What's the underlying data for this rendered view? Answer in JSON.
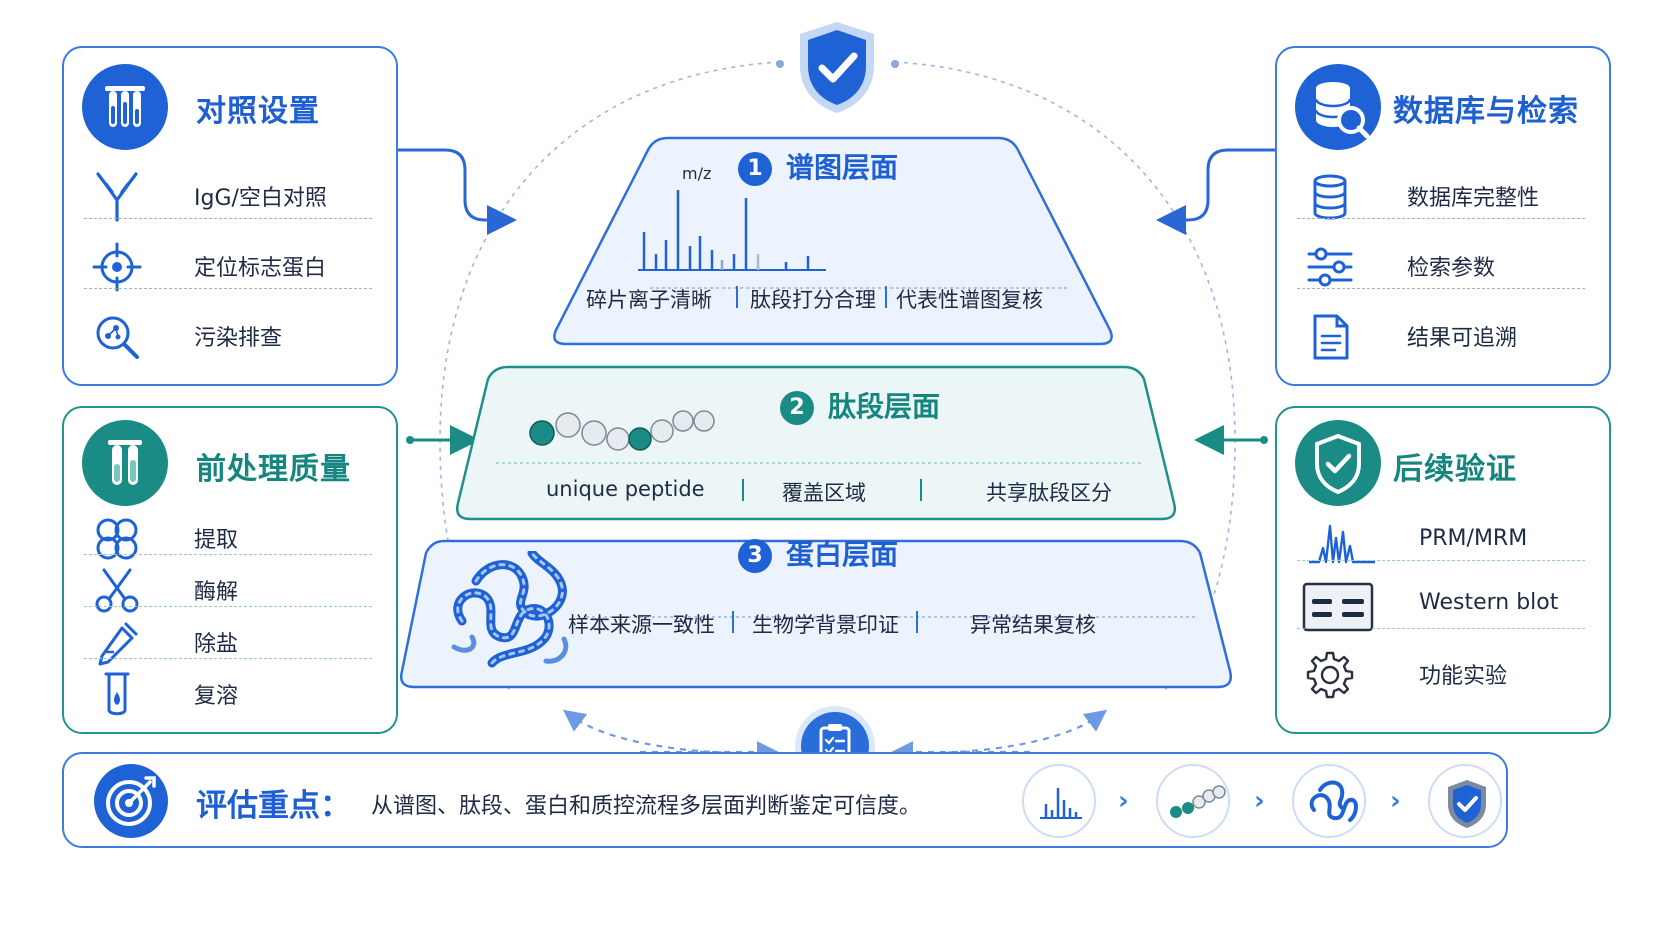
{
  "colors": {
    "blue": "#1f62d6",
    "teal": "#1a8c85",
    "line": "#3c7be0",
    "light": "#edf3fc"
  },
  "top_left": {
    "title": "对照设置",
    "icon": "test-tubes-icon",
    "items": [
      {
        "label": "IgG/空白对照",
        "icon": "antibody-icon"
      },
      {
        "label": "定位标志蛋白",
        "icon": "crosshair-icon"
      },
      {
        "label": "污染排查",
        "icon": "magnifier-icon"
      }
    ]
  },
  "top_right": {
    "title": "数据库与检索",
    "icon": "database-search-icon",
    "items": [
      {
        "label": "数据库完整性",
        "icon": "database-icon"
      },
      {
        "label": "检索参数",
        "icon": "sliders-icon"
      },
      {
        "label": "结果可追溯",
        "icon": "document-icon"
      }
    ]
  },
  "bottom_left": {
    "title": "前处理质量",
    "icon": "test-tubes-icon",
    "items": [
      {
        "label": "提取",
        "icon": "cells-icon"
      },
      {
        "label": "酶解",
        "icon": "scissors-icon"
      },
      {
        "label": "除盐",
        "icon": "pipette-icon"
      },
      {
        "label": "复溶",
        "icon": "beaker-icon"
      }
    ]
  },
  "bottom_right": {
    "title": "后续验证",
    "icon": "shield-check-icon",
    "items": [
      {
        "label": "PRM/MRM",
        "icon": "spectrum-peaks-icon"
      },
      {
        "label": "Western blot",
        "icon": "blot-bands-icon"
      },
      {
        "label": "功能实验",
        "icon": "gear-icon"
      }
    ]
  },
  "layers": [
    {
      "number": "1",
      "title": "谱图层面",
      "axis_label": "m/z",
      "items": [
        "碎片离子清晰",
        "肽段打分合理",
        "代表性谱图复核"
      ]
    },
    {
      "number": "2",
      "title": "肽段层面",
      "items": [
        "unique peptide",
        "覆盖区域",
        "共享肽段区分"
      ]
    },
    {
      "number": "3",
      "title": "蛋白层面",
      "items": [
        "样本来源一致性",
        "生物学背景印证",
        "异常结果复核"
      ]
    }
  ],
  "bottom": {
    "title": "评估重点：",
    "text": "从谱图、肽段、蛋白和质控流程多层面判断鉴定可信度。",
    "icon": "target-icon",
    "flow_icons": [
      "spectrum-icon",
      "peptide-chain-icon",
      "protein-icon",
      "shield-check-icon"
    ]
  },
  "top_icon": "shield-check-icon",
  "middle_icon": "clipboard-checklist-icon"
}
